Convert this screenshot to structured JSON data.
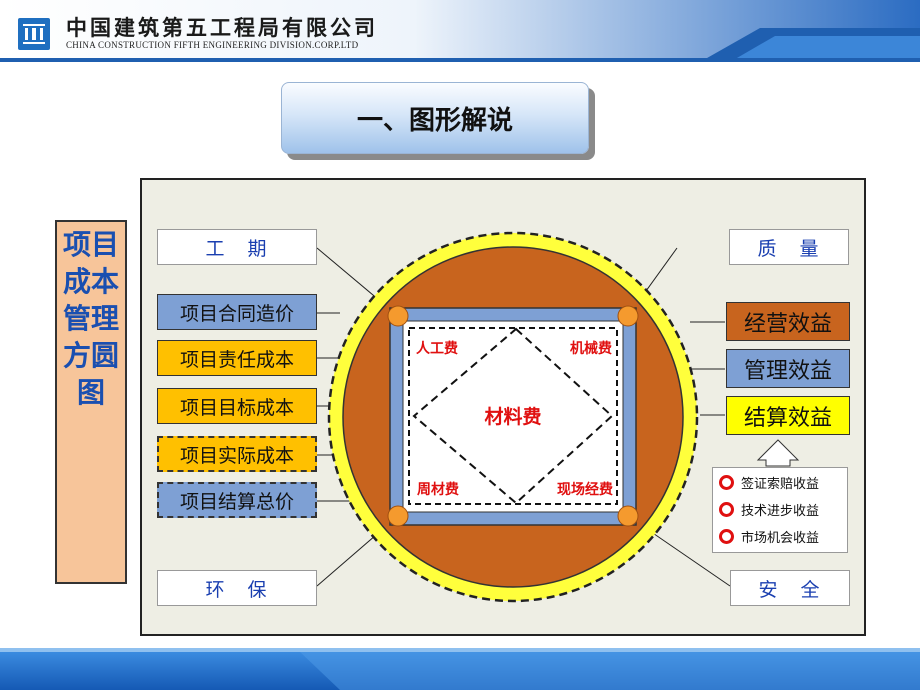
{
  "header": {
    "company_cn": "中国建筑第五工程局有限公司",
    "company_en": "CHINA CONSTRUCTION FIFTH ENGINEERING DIVISION.CORP.LTD",
    "logo_icon": "company-logo-icon"
  },
  "title": "一、图形解说",
  "side_title": "项目成本管理方圆图",
  "indicators": {
    "schedule": "工　期",
    "quality": "质　量",
    "environment": "环　保",
    "safety": "安　全"
  },
  "cost_levels": [
    {
      "label": "项目合同造价",
      "fill": "#7ea0d4",
      "dashed": false
    },
    {
      "label": "项目责任成本",
      "fill": "#ffc000",
      "dashed": false
    },
    {
      "label": "项目目标成本",
      "fill": "#ffc000",
      "dashed": false
    },
    {
      "label": "项目实际成本",
      "fill": "#ffc000",
      "dashed": true
    },
    {
      "label": "项目结算总价",
      "fill": "#7ea0d4",
      "dashed": true
    }
  ],
  "benefits": [
    {
      "label": "经营效益",
      "fill": "#c8641e"
    },
    {
      "label": "管理效益",
      "fill": "#7ea0d4"
    },
    {
      "label": "结算效益",
      "fill": "#ffff00"
    }
  ],
  "settlement_items": [
    "签证索赔收益",
    "技术进步收益",
    "市场机会收益"
  ],
  "cost_items": {
    "labor": "人工费",
    "machinery": "机械费",
    "materials": "材料费",
    "turnover_materials": "周材费",
    "site_expenses": "现场经费"
  },
  "colors": {
    "header_blue": "#1f6fc0",
    "circle_orange": "#c8641e",
    "ring_yellow": "#ffff3c",
    "square_blue": "#7ea0d4",
    "corner_orange": "#f59a2e",
    "side_title_fill": "#f7c59a",
    "side_title_text": "#1a4fb0",
    "cost_text_red": "#e01010",
    "panel_bg": "#eeeee4"
  }
}
